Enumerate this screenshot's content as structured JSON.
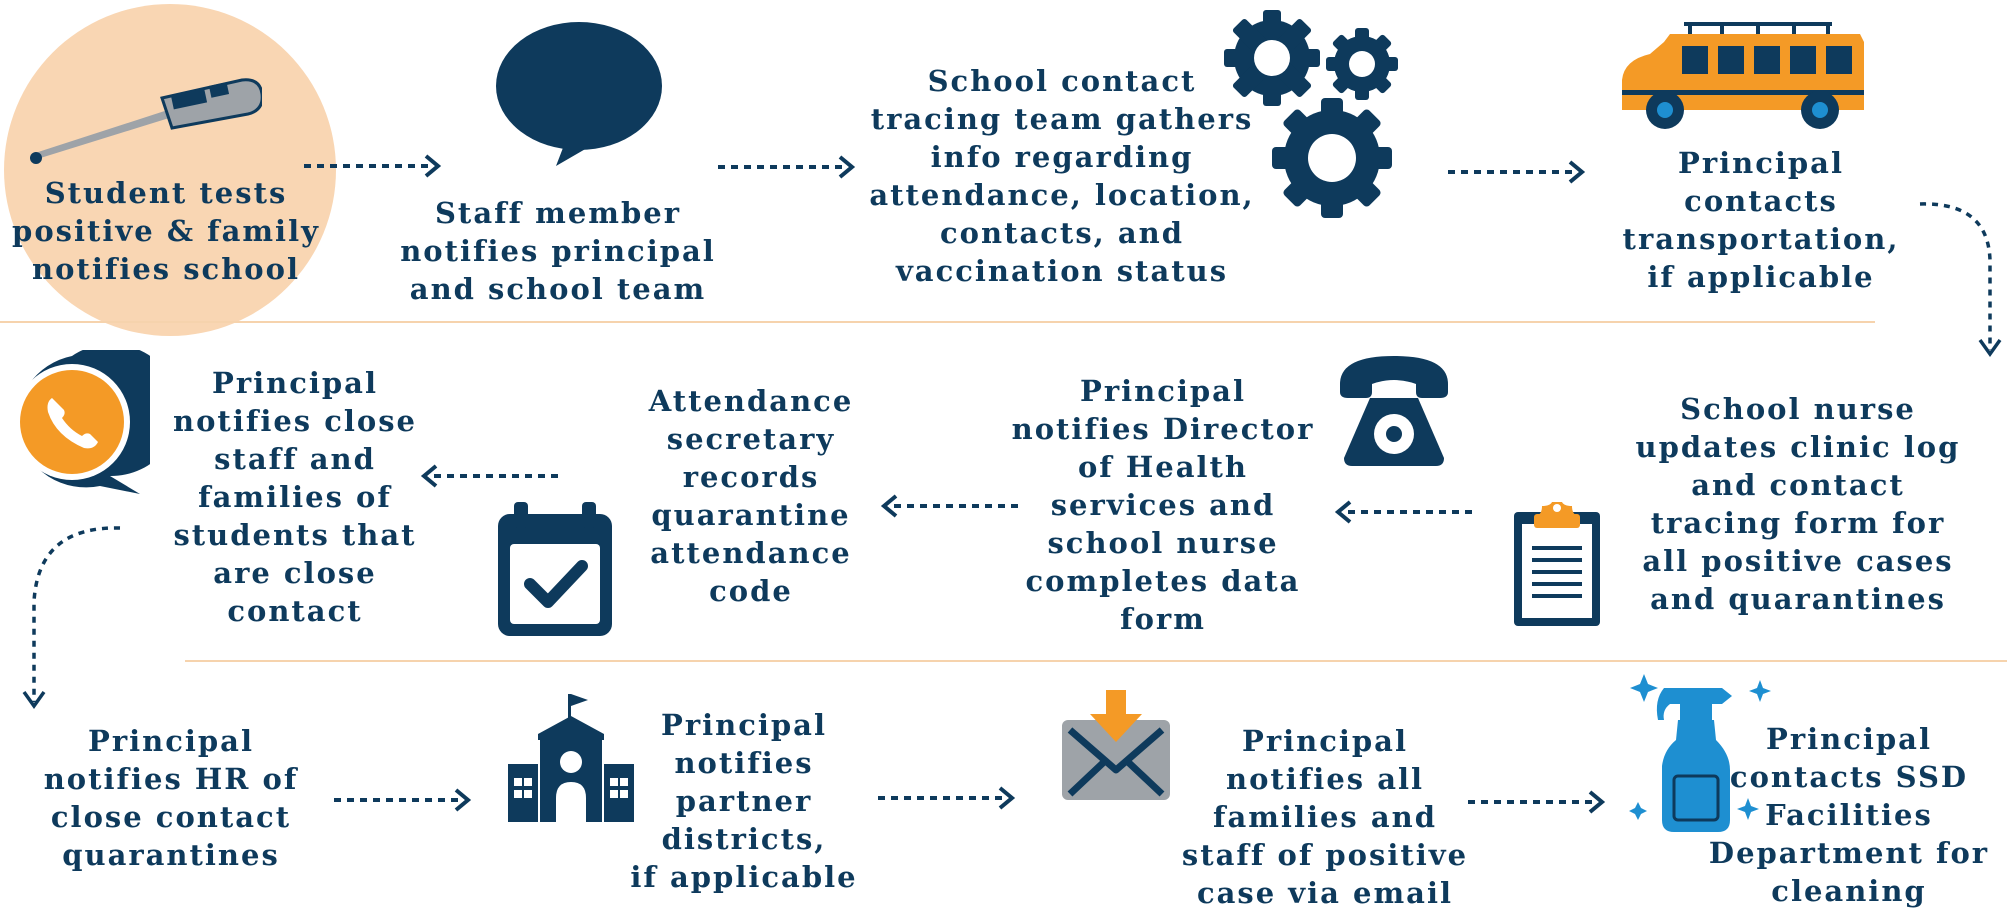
{
  "colors": {
    "navy": "#0e3a5c",
    "orange": "#f49a26",
    "peach": "#f9d6b3",
    "divider": "#f6d3ad",
    "gray": "#9ea3a8",
    "blue": "#1e8fd1"
  },
  "rows": [
    {
      "steps": [
        {
          "id": "student-tests-positive",
          "icon": "thermometer-icon",
          "text": "Student tests\npositive & family\nnotifies school"
        },
        {
          "id": "staff-notifies-principal",
          "icon": "speech-bubble-icon",
          "text": "Staff member\nnotifies principal\nand school team"
        },
        {
          "id": "contact-tracing-team",
          "icon": "gears-icon",
          "text": "School contact\ntracing team gathers\ninfo regarding\nattendance, location,\ncontacts, and\nvaccination status"
        },
        {
          "id": "principal-contacts-transportation",
          "icon": "school-bus-icon",
          "text": "Principal\ncontacts\ntransportation,\nif applicable"
        }
      ]
    },
    {
      "steps": [
        {
          "id": "school-nurse-updates",
          "icon": "clipboard-icon",
          "text": "School nurse\nupdates clinic log\nand contact\ntracing form for\nall positive cases\nand quarantines"
        },
        {
          "id": "principal-notifies-director",
          "icon": "telephone-icon",
          "text": "Principal\nnotifies Director\nof Health\nservices and\nschool nurse\ncompletes data\nform"
        },
        {
          "id": "attendance-secretary",
          "icon": "calendar-check-icon",
          "text": "Attendance\nsecretary\nrecords\nquarantine\nattendance\ncode"
        },
        {
          "id": "principal-notifies-close-staff",
          "icon": "phone-chat-icon",
          "text": "Principal\nnotifies close\nstaff and\nfamilies of\nstudents that\nare close\ncontact"
        }
      ]
    },
    {
      "steps": [
        {
          "id": "principal-notifies-hr",
          "icon": "none",
          "text": "Principal\nnotifies HR of\nclose contact\nquarantines"
        },
        {
          "id": "principal-notifies-partner-districts",
          "icon": "school-building-icon",
          "text": "Principal\nnotifies\npartner\ndistricts,\nif applicable"
        },
        {
          "id": "principal-notifies-families",
          "icon": "email-download-icon",
          "text": "Principal\nnotifies all\nfamilies and\nstaff of positive\ncase via email"
        },
        {
          "id": "principal-contacts-facilities",
          "icon": "spray-bottle-icon",
          "text": "Principal\ncontacts SSD\nFacilities\nDepartment for\ncleaning"
        }
      ]
    }
  ]
}
